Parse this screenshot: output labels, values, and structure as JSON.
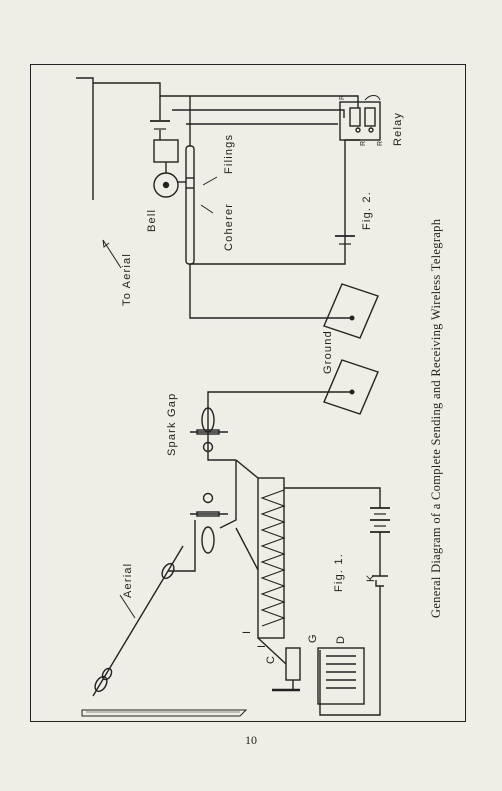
{
  "caption": "General Diagram of a Complete Sending and Receiving Wireless Telegraph",
  "page_number": "10",
  "labels": {
    "aerial": "Aerial",
    "to_aerial": "To Aerial",
    "spark_gap": "Spark Gap",
    "ground": "Ground",
    "bell": "Bell",
    "coherer": "Coherer",
    "filings": "Filings",
    "relay": "Relay",
    "fig1": "Fig. 1.",
    "fig2": "Fig. 2.",
    "k": "K",
    "d": "D",
    "g": "G",
    "c": "C",
    "i1": "I",
    "i2": "I",
    "r1": "R",
    "r2": "R",
    "r3": "R"
  }
}
